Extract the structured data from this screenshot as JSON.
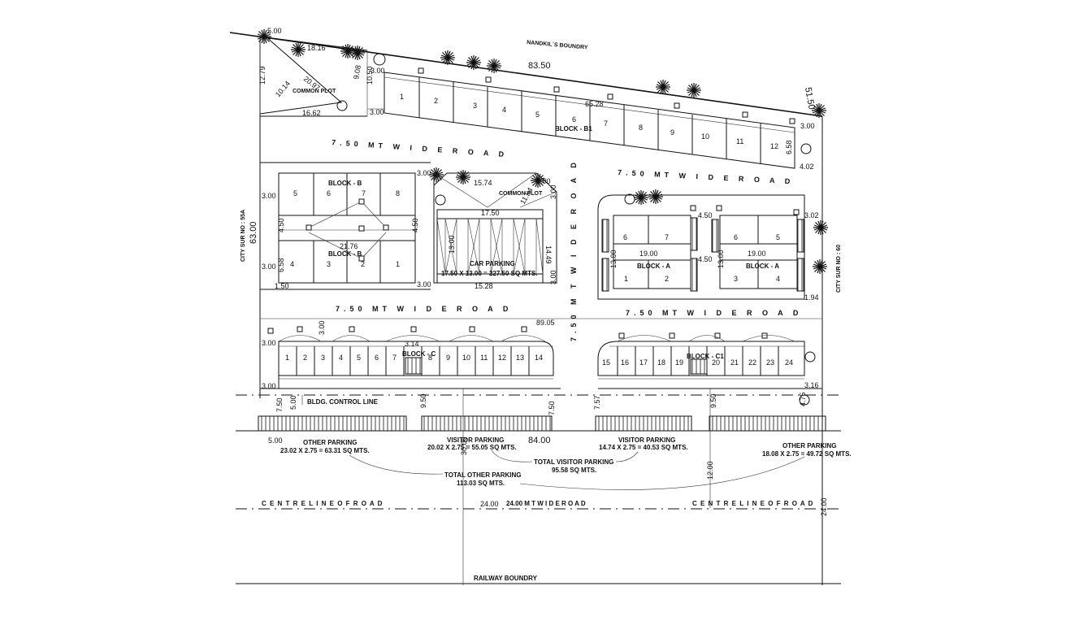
{
  "labels": {
    "neighbour_boundary": "NANDKIL`S BOUNDRY",
    "common_plot_1": "COMMON PLOT",
    "common_plot_2": "COMMON PLOT",
    "block_b1": "BLOCK - B1",
    "block_b_top": "BLOCK - B",
    "block_b_bottom": "BLOCK - B",
    "block_a_left": "BLOCK - A",
    "block_a_right": "BLOCK - A",
    "block_c": "BLOCK - C",
    "block_c1": "BLOCK - C1",
    "car_parking": "CAR PARKING",
    "car_parking_area": "17.50 X 13.00 = 227.50 SQ MTS.",
    "road_top": "7.50 MT  W I D E  R O A D",
    "road_mid_right": "7.50 MT  W I D E  R O A D",
    "road_mid_left": "7.50 MT  W I D E  R O A D",
    "road_lower_right": "7.50 MT  W I D E  R O A D",
    "road_vertical": "7.50  M T  W I D E  R O A D",
    "bldg_control_line": "BLDG. CONTROL LINE",
    "other_parking_left": "OTHER PARKING",
    "other_parking_left_area": "23.02 X 2.75 = 63.31 SQ MTS.",
    "visitor_parking_1": "VISITOR PARKING",
    "visitor_parking_1_area": "20.02 X 2.75 = 55.05 SQ MTS.",
    "visitor_parking_2": "VISITOR PARKING",
    "visitor_parking_2_area": "14.74 X 2.75 = 40.53 SQ MTS.",
    "other_parking_right": "OTHER PARKING",
    "other_parking_right_area": "18.08 X 2.75 = 49.72 SQ MTS.",
    "total_visitor_parking": "TOTAL VISITOR PARKING",
    "total_visitor_parking_area": "95.58 SQ MTS.",
    "total_other_parking": "TOTAL OTHER PARKING",
    "total_other_parking_area": "113.03 SQ MTS.",
    "centre_line_left": "C E N T R E  L I N E  O F  R O A D",
    "centre_line_right": "C E N T R E  L I N E  O F  R O A D",
    "wide_road_24": "24.00     M  T     W  I  D  E     R  O  A  D",
    "railway_boundary": "RAILWAY BOUNDRY",
    "city_survey_left": "CITY SUR NO : 55A",
    "city_survey_right": "CITY SUR NO : 60"
  },
  "dimensions": {
    "d_500_top": "5.00",
    "d_1816": "18.16",
    "d_1279": "12.79",
    "d_2097": "20.97",
    "d_1014": "10.14",
    "d_1662": "16.62",
    "d_908": "9.08",
    "d_1050": "10.50",
    "d_300_a": "3.00",
    "d_300_b": "3.00",
    "d_8350": "83.50",
    "d_6528": "65.28",
    "d_5150": "51.50",
    "d_300_c": "3.00",
    "d_658": "6.58",
    "d_402": "4.02",
    "d_6300": "63.00",
    "d_300_d": "3.00",
    "d_300_e": "3.00",
    "d_300_f": "3.00",
    "d_450_a": "4.50",
    "d_450_b": "4.50",
    "d_2176": "21.76",
    "d_658_b": "6.58",
    "d_150": "1.50",
    "d_300_g": "3.00",
    "d_1574": "15.74",
    "d_300_h": "3.00",
    "d_300_i": "3.00",
    "d_1750": "17.50",
    "d_1154": "11.54",
    "d_1300_a": "13.00",
    "d_1449": "14.49",
    "d_1528": "15.28",
    "d_300_j": "3.00",
    "d_450_c": "4.50",
    "d_450_d": "4.50",
    "d_1900_a": "19.00",
    "d_1900_b": "19.00",
    "d_1300_b": "13.00",
    "d_1300_c": "13.00",
    "d_302": "3.02",
    "d_194": "1.94",
    "d_8905": "89.05",
    "d_300_k": "3.00",
    "d_300_l": "3.00",
    "d_314": "3.14",
    "d_300_m": "3.00",
    "d_316": "3.16",
    "d_750_a": "7.50",
    "d_500_b": "5.00",
    "d_950_a": "9.50",
    "d_750_b": "7.50",
    "d_757": "7.57",
    "d_950_b": "9.50",
    "d_475": "4.75",
    "d_500_c": "5.00",
    "d_8400": "84.00",
    "d_3000": "30.00",
    "d_1200": "12.00",
    "d_2400_a": "24.00",
    "d_2400_b": "24.00"
  },
  "units": {
    "b1": [
      "1",
      "2",
      "3",
      "4",
      "5",
      "6",
      "7",
      "8",
      "9",
      "10",
      "11",
      "12"
    ],
    "b_top": [
      "5",
      "6",
      "7",
      "8"
    ],
    "b_bottom": [
      "4",
      "3",
      "2",
      "1"
    ],
    "a_left_top": [
      "6",
      "7"
    ],
    "a_left_bottom": [
      "1",
      "2"
    ],
    "a_right_top": [
      "6",
      "5"
    ],
    "a_right_bottom": [
      "3",
      "4"
    ],
    "c": [
      "1",
      "2",
      "3",
      "4",
      "5",
      "6",
      "7",
      "8",
      "9",
      "10",
      "11",
      "12",
      "13",
      "14"
    ],
    "c1": [
      "15",
      "16",
      "17",
      "18",
      "19",
      "20",
      "21",
      "22",
      "23",
      "24"
    ]
  },
  "colors": {
    "line": "#111111",
    "background": "#ffffff"
  },
  "icons": [
    "tree-icon",
    "north-arrow-icon",
    "staircase-icon"
  ]
}
